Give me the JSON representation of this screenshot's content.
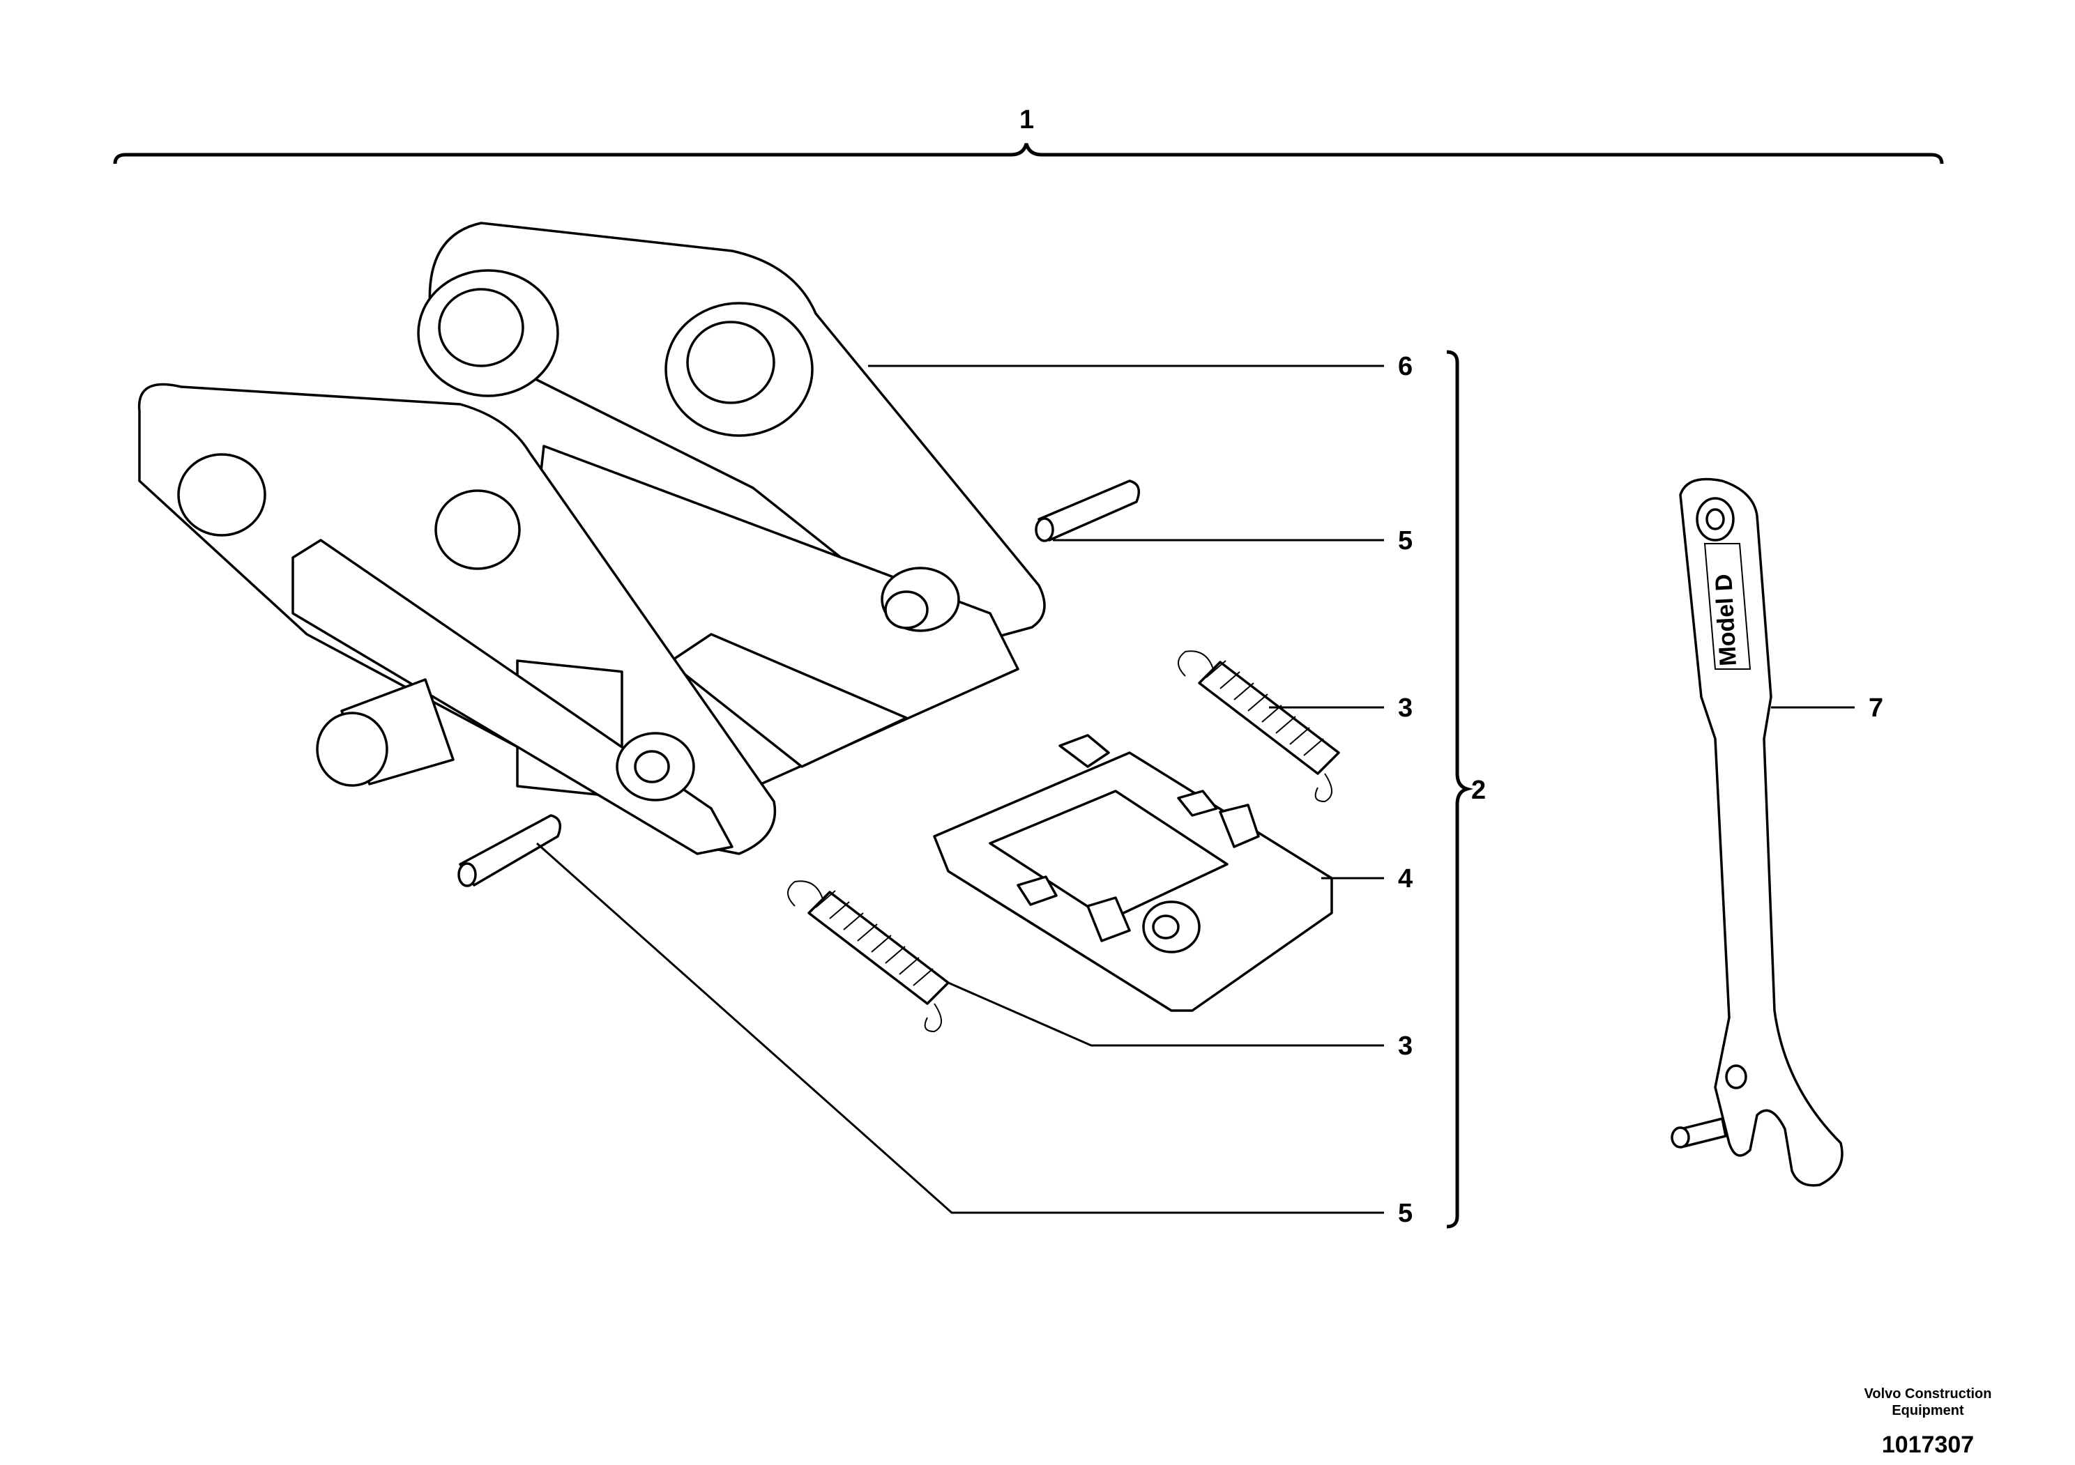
{
  "callouts": {
    "c1": "1",
    "c2": "2",
    "c3a": "3",
    "c3b": "3",
    "c4": "4",
    "c5a": "5",
    "c5b": "5",
    "c6": "6",
    "c7": "7"
  },
  "footer": {
    "brand_line1": "Volvo Construction",
    "brand_line2": "Equipment",
    "reference": "1017307"
  },
  "tool_engraving": "Model D",
  "colors": {
    "line": "#000000",
    "background": "#ffffff"
  }
}
